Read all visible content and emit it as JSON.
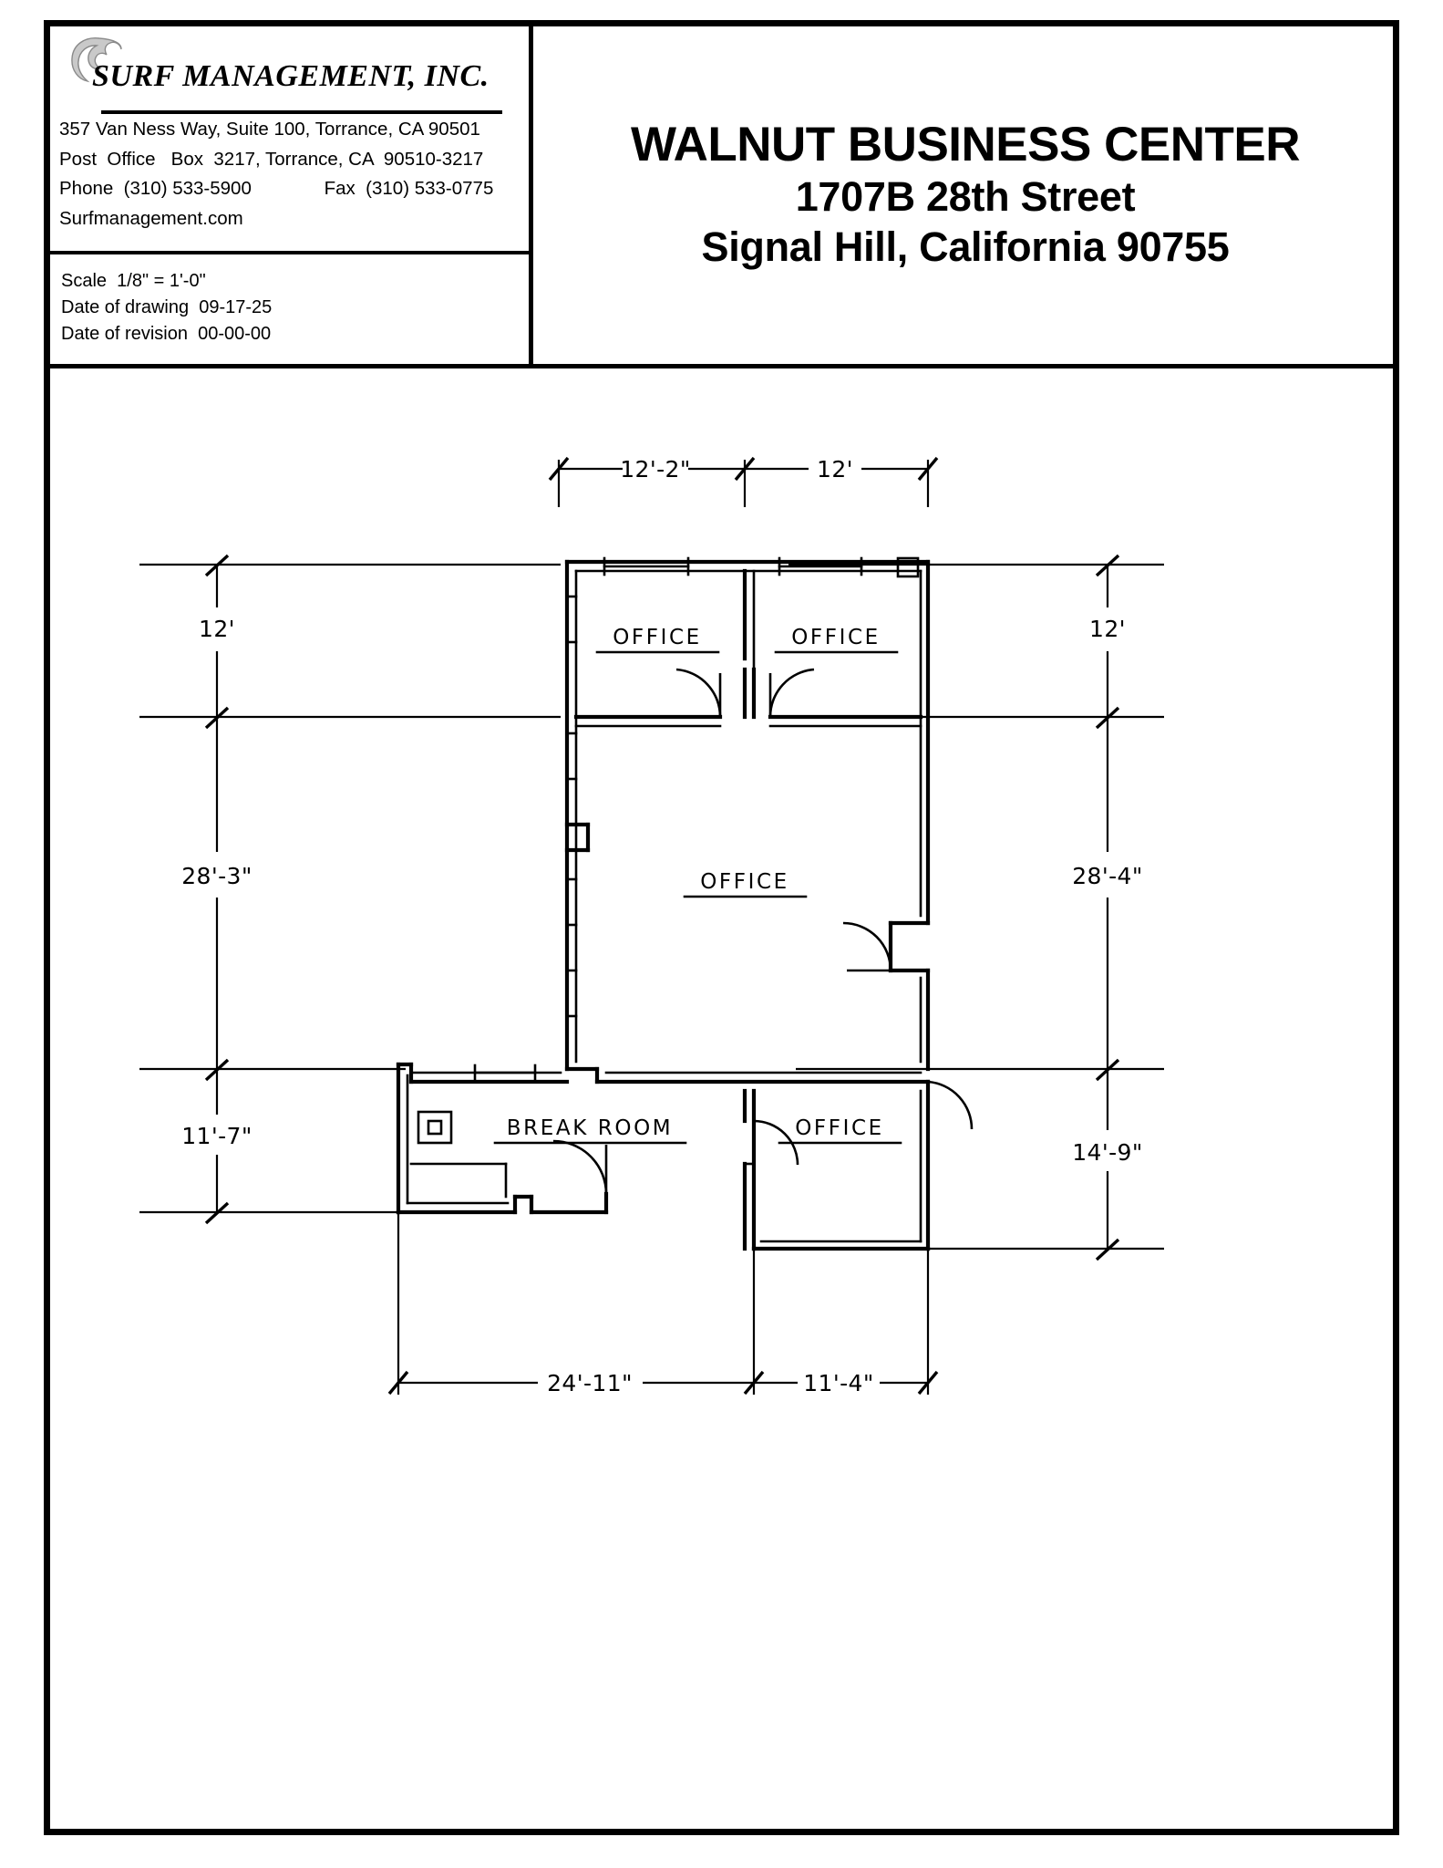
{
  "sheet": {
    "title_block": {
      "company": {
        "logo_name": "surf-wave-logo",
        "name": "SURF MANAGEMENT, INC.",
        "address_line1": "357 Van Ness Way, Suite 100, Torrance, CA 90501",
        "address_line2": "Post  Office   Box  3217, Torrance, CA  90510-3217",
        "address_line3": "Phone  (310) 533-5900              Fax  (310) 533-0775",
        "website": "Surfmanagement.com"
      },
      "meta": {
        "scale": "Scale  1/8\" = 1'-0\"",
        "date_of_drawing": "Date of drawing  09-17-25",
        "date_of_revision": "Date of revision  00-00-00"
      },
      "project": {
        "line1": "WALNUT BUSINESS CENTER",
        "line2": "1707B 28th Street",
        "line3": "Signal Hill, California 90755"
      }
    }
  },
  "floor_plan": {
    "rooms": [
      {
        "id": "office-top-left",
        "label": "OFFICE"
      },
      {
        "id": "office-top-right",
        "label": "OFFICE"
      },
      {
        "id": "office-center",
        "label": "OFFICE"
      },
      {
        "id": "break-room",
        "label": "BREAK ROOM"
      },
      {
        "id": "office-bottom",
        "label": "OFFICE"
      }
    ],
    "dimensions": {
      "top": [
        {
          "id": "top-left-bay",
          "text": "12'-2\""
        },
        {
          "id": "top-right-bay",
          "text": "12'"
        }
      ],
      "left": [
        {
          "id": "left-upper",
          "text": "12'"
        },
        {
          "id": "left-middle",
          "text": "28'-3\""
        },
        {
          "id": "left-lower",
          "text": "11'-7\""
        }
      ],
      "right": [
        {
          "id": "right-upper",
          "text": "12'"
        },
        {
          "id": "right-middle",
          "text": "28'-4\""
        },
        {
          "id": "right-lower",
          "text": "14'-9\""
        }
      ],
      "bottom": [
        {
          "id": "bottom-left",
          "text": "24'-11\""
        },
        {
          "id": "bottom-right",
          "text": "11'-4\""
        }
      ]
    }
  }
}
